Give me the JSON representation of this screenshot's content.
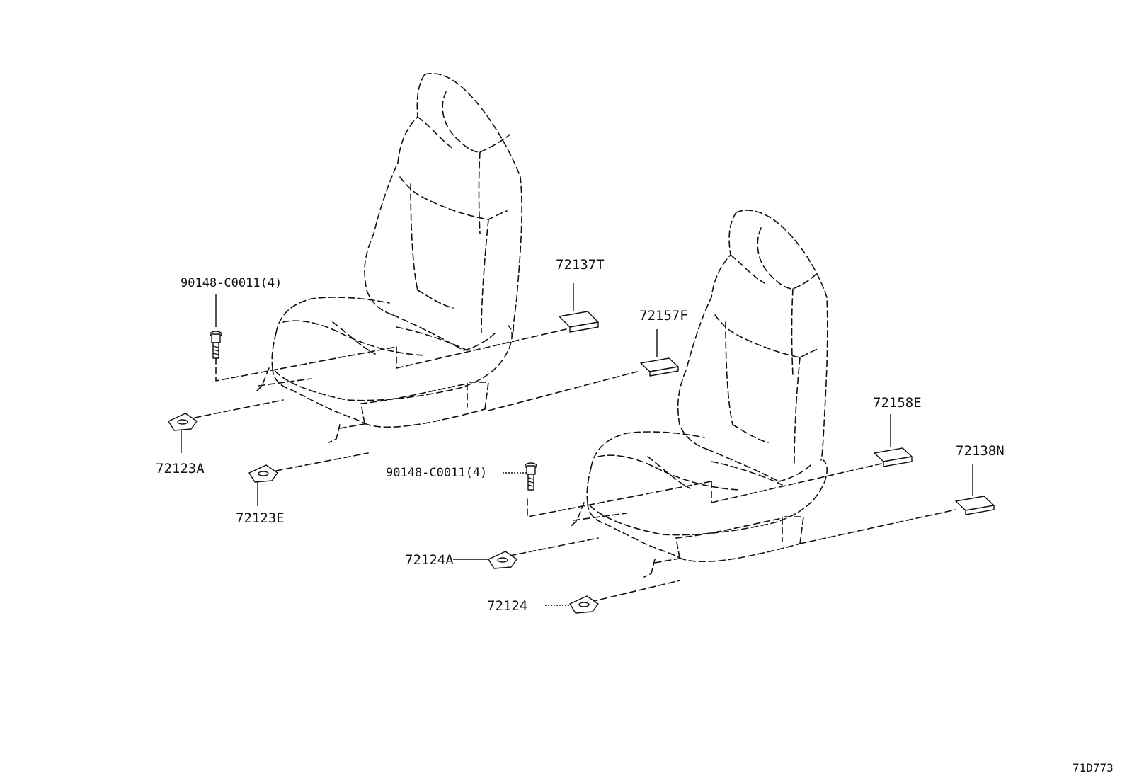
{
  "diagram": {
    "drawing_code": "71D773",
    "seats": [
      {
        "id": "left-seat"
      },
      {
        "id": "right-seat"
      }
    ],
    "labels": {
      "bolt_left": "90148-C0011(4)",
      "bolt_right": "90148-C0011(4)",
      "p72137T": "72137T",
      "p72157F": "72157F",
      "p72158E": "72158E",
      "p72138N": "72138N",
      "p72123A": "72123A",
      "p72123E": "72123E",
      "p72124A": "72124A",
      "p72124": "72124"
    }
  }
}
